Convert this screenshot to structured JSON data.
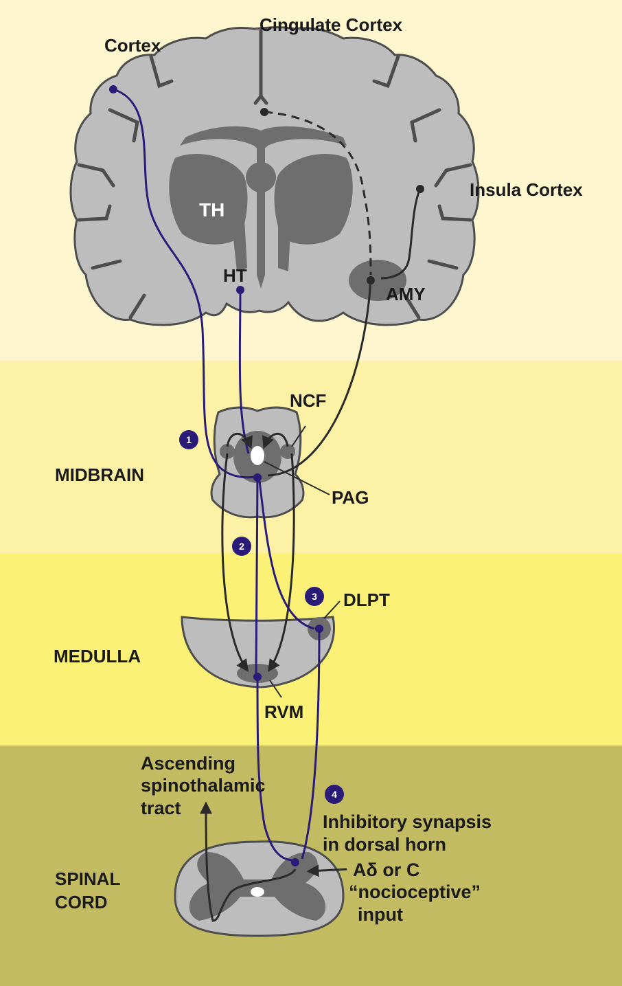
{
  "colors": {
    "band_brain": "#fdf6cf",
    "band_midbrain": "#fcf1a4",
    "band_medulla": "#fbf176",
    "band_spinal": "#c3bb62",
    "tissue": "#bdbdbd",
    "tissue_outline": "#4d4d4d",
    "dark_tissue": "#6e6e6e",
    "pathway_blue": "#2b1b78",
    "pathway_black": "#2a2a2a"
  },
  "structures": {
    "cortex": "Cortex",
    "cingulate_cortex": "Cingulate Cortex",
    "insula_cortex": "Insula Cortex",
    "thalamus": "TH",
    "hypothalamus": "HT",
    "amygdala": "AMY",
    "ncf": "NCF",
    "pag": "PAG",
    "dlpt": "DLPT",
    "rvm": "RVM"
  },
  "regions": {
    "midbrain": "MIDBRAIN",
    "medulla": "MEDULLA",
    "spinal_cord_line1": "SPINAL",
    "spinal_cord_line2": "CORD"
  },
  "annotations": {
    "ascending_line1": "Ascending",
    "ascending_line2": "spinothalamic",
    "ascending_line3": "tract",
    "inhibitory_line1": "Inhibitory synapsis",
    "inhibitory_line2": "in dorsal horn",
    "input_line1": "Aδ or C",
    "input_line2": "“nocioceptive”",
    "input_line3": "input"
  },
  "steps": [
    "1",
    "2",
    "3",
    "4"
  ]
}
